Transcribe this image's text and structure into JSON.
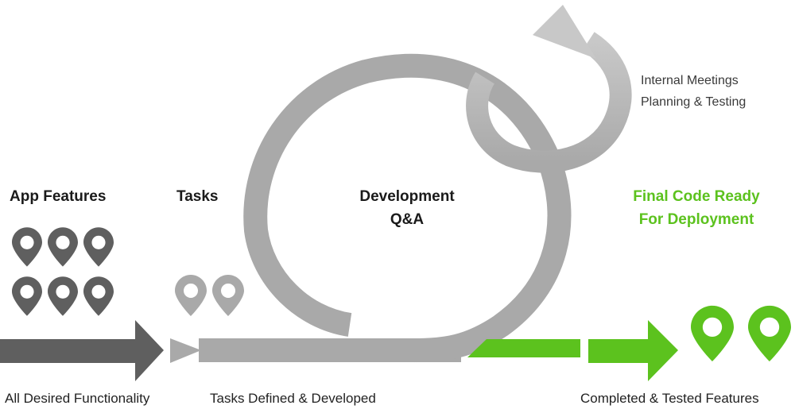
{
  "colors": {
    "dark_gray": "#5f5f5f",
    "mid_gray": "#a9a9a9",
    "light_gray": "#c8c8c8",
    "green": "#5cc21e"
  },
  "stages": {
    "app_features": {
      "title": "App Features",
      "caption": "All Desired Functionality",
      "pin_count": 6
    },
    "tasks": {
      "title": "Tasks",
      "caption": "Tasks Defined & Developed",
      "pin_count": 2
    },
    "development": {
      "title_line1": "Development",
      "title_line2": "Q&A"
    },
    "loop_note": {
      "line1": "Internal Meetings",
      "line2": "Planning & Testing"
    },
    "final": {
      "title_line1": "Final Code Ready",
      "title_line2": "For Deployment",
      "caption": "Completed & Tested Features",
      "pin_count": 2
    }
  },
  "icons": {
    "pin": "map-pin-icon",
    "arrow": "arrow-right-icon",
    "loop": "loop-arrow-icon"
  }
}
